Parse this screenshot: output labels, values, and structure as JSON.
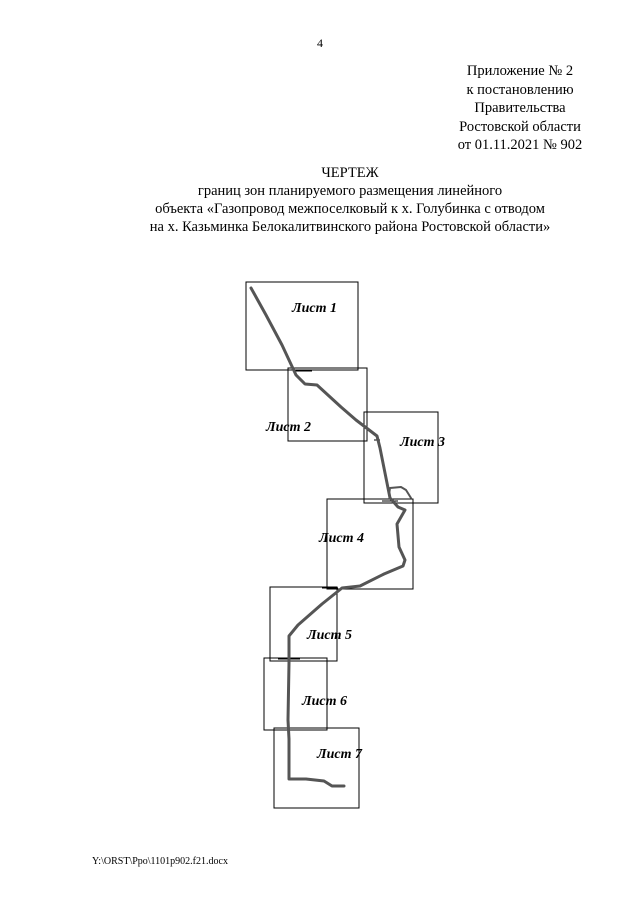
{
  "page_number": "4",
  "appendix": {
    "lines": [
      "Приложение № 2",
      "к постановлению",
      "Правительства",
      "Ростовской области",
      "от 01.11.2021 № 902"
    ]
  },
  "title": {
    "heading": "ЧЕРТЕЖ",
    "lines": [
      "границ зон планируемого размещения линейного",
      "объекта «Газопровод межпоселковый к х. Голубинка с отводом",
      "на х. Казьминка Белокалитвинского района Ростовской области»"
    ]
  },
  "sheets": [
    {
      "label": "Лист 1"
    },
    {
      "label": "Лист 2"
    },
    {
      "label": "Лист 3"
    },
    {
      "label": "Лист 4"
    },
    {
      "label": "Лист 5"
    },
    {
      "label": "Лист 6"
    },
    {
      "label": "Лист 7"
    }
  ],
  "colors": {
    "route_line": "#555555",
    "sheet_border": "#000000"
  },
  "footer": {
    "file_path": "Y:\\ORST\\Ppo\\1101p902.f21.docx"
  }
}
